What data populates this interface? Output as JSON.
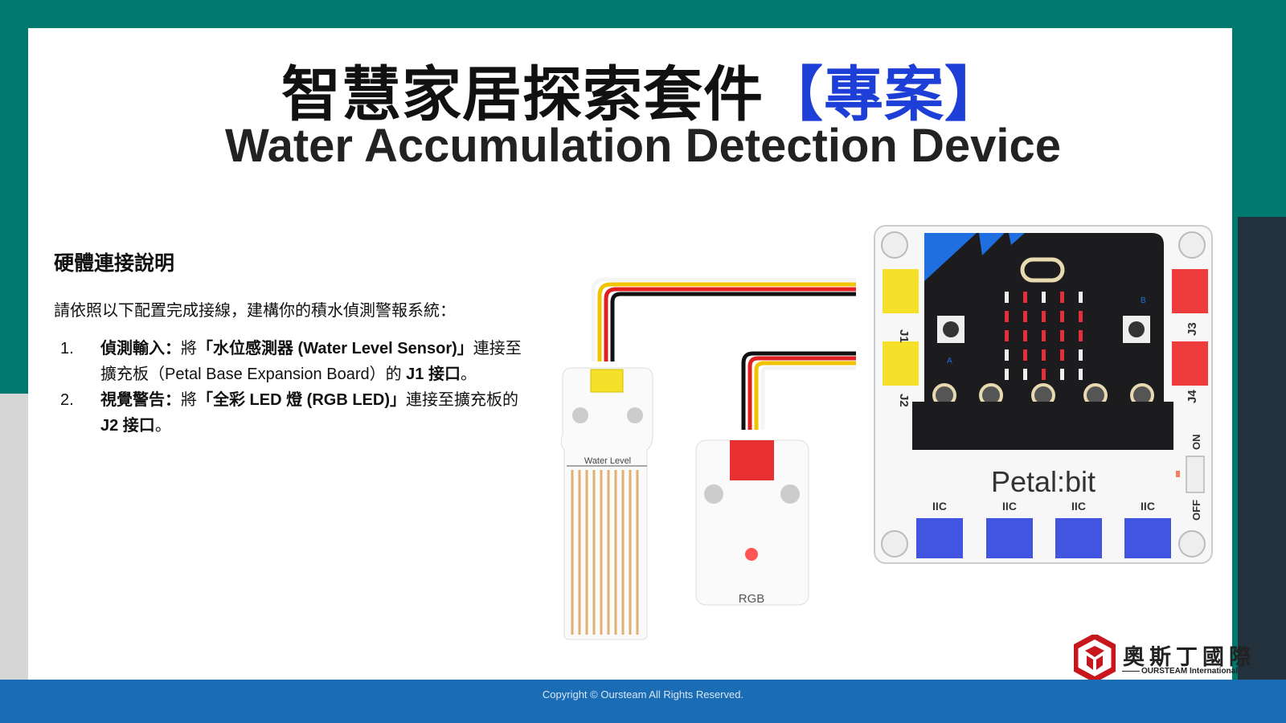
{
  "title": {
    "zh_main": "智慧家居探索套件",
    "zh_accent": "【專案】",
    "en": "Water Accumulation Detection Device"
  },
  "section": {
    "heading": "硬體連接說明",
    "intro": "請依照以下配置完成接線，建構你的積水偵測警報系統：",
    "steps": [
      {
        "num": "1.",
        "label": "偵測輸入：",
        "pre": "將",
        "bold": "「水位感測器 (Water Level Sensor)」",
        "mid": "連接至擴充板（Petal Base Expansion Board）的",
        "port": "J1 接口",
        "end": "。"
      },
      {
        "num": "2.",
        "label": "視覺警告：",
        "pre": "將",
        "bold": "「全彩 LED 燈 (RGB LED)」",
        "mid": "連接至擴充板的",
        "port": "J2 接口",
        "end": "。"
      }
    ]
  },
  "diagram": {
    "water_sensor_label": "Water Level",
    "rgb_label": "RGB",
    "board_label": "Petal:bit",
    "ports": {
      "j1": "J1",
      "j2": "J2",
      "j3": "J3",
      "j4": "J4"
    },
    "iic_labels": [
      "IIC",
      "IIC",
      "IIC",
      "IIC"
    ],
    "switch_on": "ON",
    "switch_off": "OFF",
    "button_a": "A",
    "button_b": "B",
    "led_matrix": [
      [
        0,
        1,
        0,
        1,
        0
      ],
      [
        1,
        1,
        1,
        1,
        1
      ],
      [
        1,
        1,
        1,
        1,
        1
      ],
      [
        0,
        1,
        1,
        1,
        0
      ],
      [
        0,
        0,
        1,
        0,
        0
      ]
    ]
  },
  "logo": {
    "zh": "奧斯丁國際",
    "en": "OURSTEAM International"
  },
  "footer": {
    "copyright": "Copyright © Oursteam All Rights Reserved."
  },
  "colors": {
    "accent": "#1d3fd8",
    "teal": "#007a6e",
    "footer": "#1a6db5",
    "logo_red": "#c8161d"
  }
}
